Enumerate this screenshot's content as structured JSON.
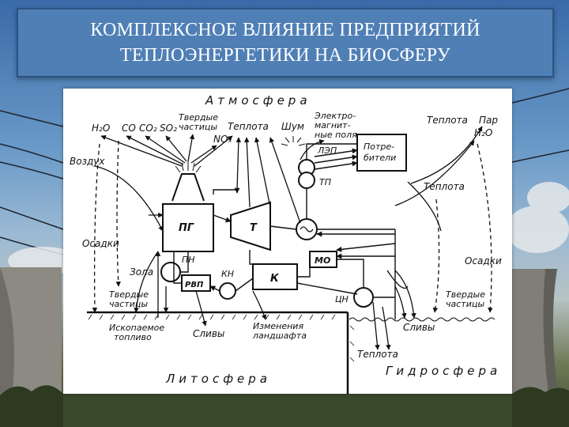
{
  "title": {
    "line1": "КОМПЛЕКСНОЕ ВЛИЯНИЕ ПРЕДПРИЯТИЙ",
    "line2": "ТЕПЛОЭНЕРГЕТИКИ НА БИОСФЕРУ"
  },
  "spheres": {
    "atmosphere": "Атмосфера",
    "lithosphere": "Литосфера",
    "hydrosphere": "Гидросфера"
  },
  "emissions": {
    "h2o": "H₂O",
    "co": "CO",
    "co2": "CO₂",
    "so2": "SO₂",
    "nox": "NOₓ",
    "solid_line1": "Твердые",
    "solid_line2": "частицы",
    "heat": "Теплота",
    "noise": "Шум",
    "em_line1": "Электро-",
    "em_line2": "магнит-",
    "em_line3": "ные поля"
  },
  "right_side": {
    "heat_top": "Теплота",
    "steam": "Пар",
    "h2o": "H₂O",
    "heat_mid": "Теплота",
    "precip": "Осадки",
    "solid_line1": "Твердые",
    "solid_line2": "частицы",
    "discharges": "Сливы"
  },
  "left_side": {
    "air": "Воздух",
    "precip": "Осадки",
    "ash": "Зола",
    "solid_line1": "Твердые",
    "solid_line2": "частицы"
  },
  "equipment": {
    "pg": "ПГ",
    "turbine": "Т",
    "pn": "ПН",
    "rvp": "РВП",
    "kn": "КН",
    "condenser": "К",
    "mo": "МО",
    "cn": "ЦН",
    "lep": "ЛЭП",
    "tp": "ТП",
    "consumers_line1": "Потре-",
    "consumers_line2": "бители"
  },
  "bottom": {
    "fossil_line1": "Ископаемое",
    "fossil_line2": "топливо",
    "discharges": "Сливы",
    "landscape_line1": "Изменения",
    "landscape_line2": "ландшафта",
    "heat": "Теплота"
  }
}
